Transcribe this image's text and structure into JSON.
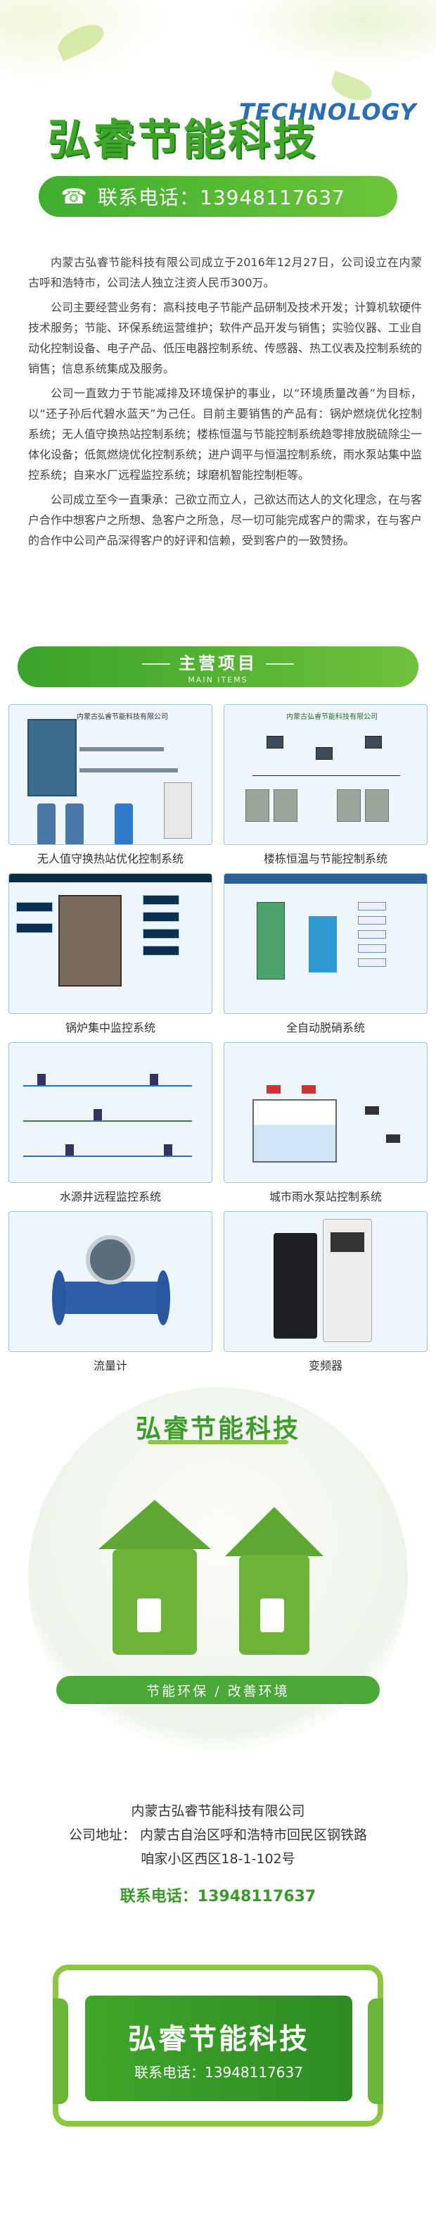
{
  "header": {
    "brand_name": "弘睿节能科技",
    "brand_en": "TECHNOLOGY",
    "phone_label": "联系电话：13948117637"
  },
  "intro": {
    "paragraphs": [
      "内蒙古弘睿节能科技有限公司成立于2016年12月27日，公司设立在内蒙古呼和浩特市，公司法人独立注资人民币300万。",
      "公司主要经营业务有：高科技电子节能产品研制及技术开发；计算机软硬件技术服务；节能、环保系统运营维护；软件产品开发与销售；实验仪器、工业自动化控制设备、电子产品、低压电器控制系统、传感器、热工仪表及控制系统的销售；信息系统集成及服务。",
      "公司一直致力于节能减排及环境保护的事业，以“环境质量改善”为目标，以“还子孙后代碧水蓝天”为己任。目前主要销售的产品有：锅炉燃烧优化控制系统；无人值守换热站控制系统；楼栋恒温与节能控制系统趋零排放脱硫除尘一体化设备；低氮燃烧优化控制系统；进户调平与恒温控制系统，雨水泵站集中监控系统；自来水厂远程监控系统；球磨机智能控制柜等。",
      "公司成立至今一直秉承：己欲立而立人，己欲达而达人的文化理念，在与客户合作中想客户之所想、急客户之所急，尽一切可能完成客户的需求，在与客户的合作中公司产品深得客户的好评和信赖，受到客户的一致赞扬。"
    ]
  },
  "main_items": {
    "title": "主营项目",
    "subtitle": "MAIN ITEMS",
    "items": [
      {
        "label": "无人值守换热站优化控制系统",
        "header": "内蒙古弘睿节能科技有限公司"
      },
      {
        "label": "楼栋恒温与节能控制系统",
        "header": "内蒙古弘睿节能科技有限公司"
      },
      {
        "label": "锅炉集中监控系统"
      },
      {
        "label": "全自动脱硝系统"
      },
      {
        "label": "水源井远程监控系统"
      },
      {
        "label": "城市雨水泵站控制系统"
      },
      {
        "label": "流量计"
      },
      {
        "label": "变频器"
      }
    ]
  },
  "eco": {
    "title": "弘睿节能科技",
    "slogan": "节能环保 / 改善环境"
  },
  "company_info": {
    "name": "内蒙古弘睿节能科技有限公司",
    "address_line1": "公司地址： 内蒙古自治区呼和浩特市回民区钢铁路",
    "address_line2": "咱家小区西区18-1-102号",
    "phone": "联系电话：13948117637"
  },
  "footer": {
    "brand_name": "弘睿节能科技",
    "phone": "联系电话：13948117637"
  },
  "colors": {
    "accent": "#3fa62a",
    "brand_en": "#2a6fb3"
  }
}
